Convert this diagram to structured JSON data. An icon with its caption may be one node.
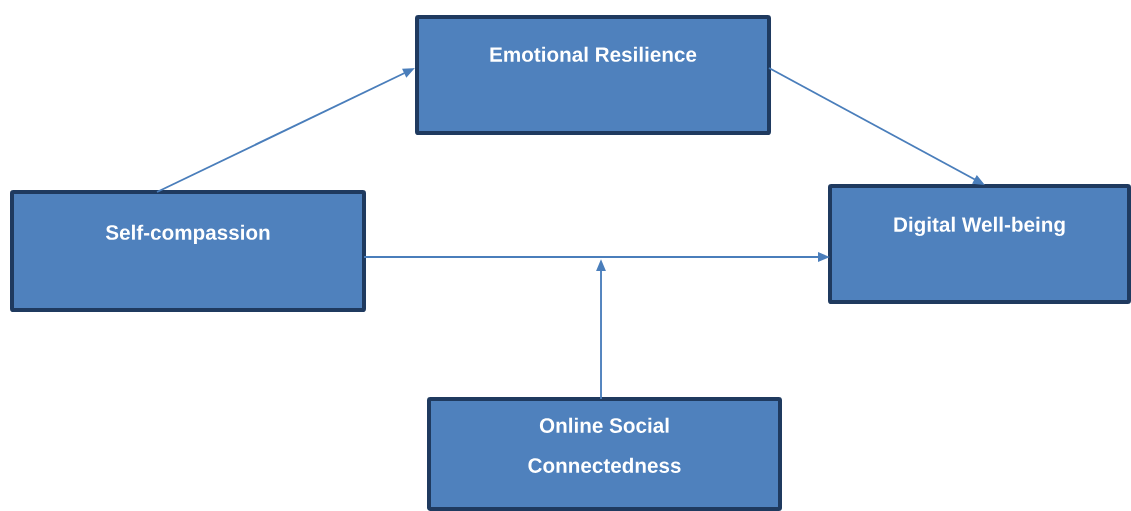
{
  "diagram": {
    "nodes": [
      {
        "text": [
          "Emotional Resilience"
        ]
      },
      {
        "text": [
          "Self-compassion"
        ]
      },
      {
        "text": [
          "Digital Well-being"
        ]
      },
      {
        "text": [
          "Online Social Connectedness"
        ]
      }
    ],
    "edges": [
      {
        "from": 1,
        "to": 0,
        "arrow": "to"
      },
      {
        "from": 0,
        "to": 2,
        "arrow": "to"
      },
      {
        "from": 1,
        "to": 2,
        "arrow": "to"
      },
      {
        "from": 3,
        "to": null,
        "arrow": "to"
      }
    ]
  }
}
